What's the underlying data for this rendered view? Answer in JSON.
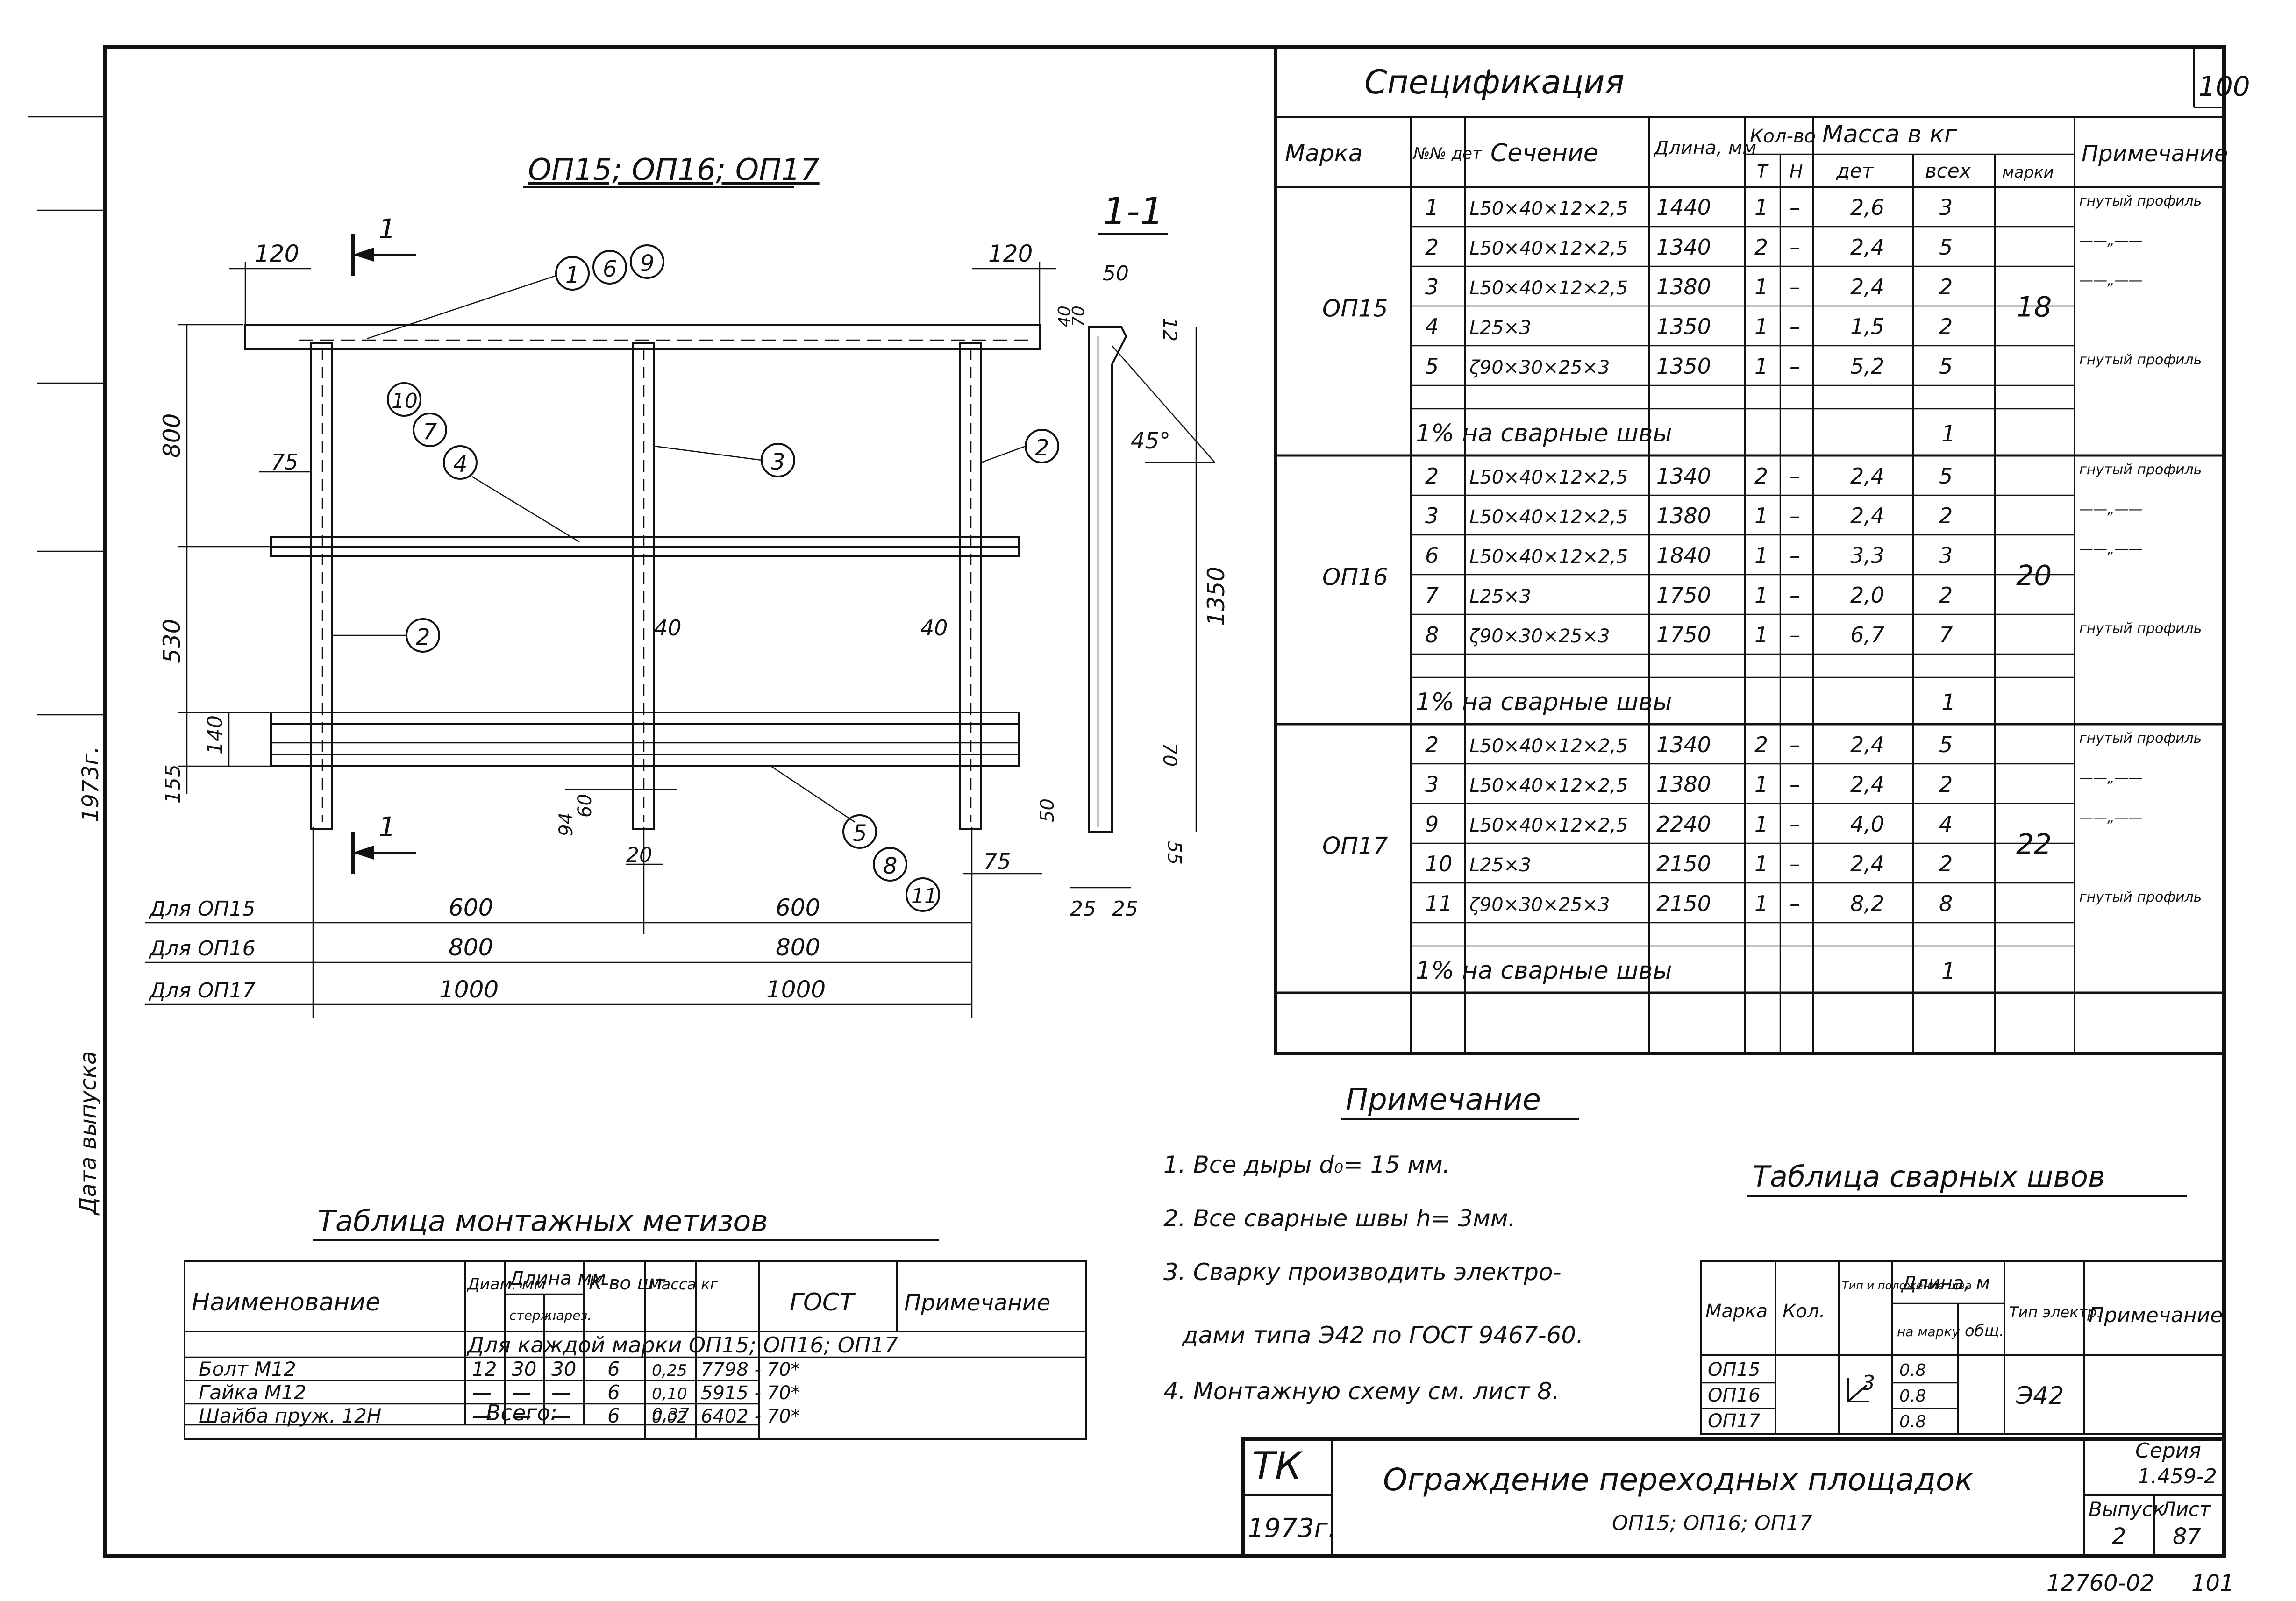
{
  "sheet_number_top": "100",
  "left_margin_note_1": "1973г.",
  "left_margin_note_2": "Дата выпуска",
  "drawing": {
    "title": "ОП15; ОП16; ОП17",
    "section_title": "1-1",
    "section_mark": "1",
    "callouts": [
      "1",
      "6",
      "9",
      "10",
      "7",
      "4",
      "3",
      "2",
      "2",
      "5",
      "8",
      "11"
    ],
    "dims": {
      "d120a": "120",
      "d120b": "120",
      "d800": "800",
      "d75a": "75",
      "d530": "530",
      "d140": "140",
      "d155": "155",
      "d40a": "40",
      "d40b": "40",
      "d94": "94",
      "d60": "60",
      "d20": "20",
      "d75b": "75",
      "d50a": "50",
      "d40c": "40",
      "d70a": "70",
      "d12": "12",
      "d45": "45°",
      "d1350": "1350",
      "d70b": "70",
      "d50b": "50",
      "d55": "55",
      "d25a": "25",
      "d25b": "25"
    },
    "spans": [
      {
        "label": "Для ОП15",
        "a": "600",
        "b": "600"
      },
      {
        "label": "Для ОП16",
        "a": "800",
        "b": "800"
      },
      {
        "label": "Для ОП17",
        "a": "1000",
        "b": "1000"
      }
    ]
  },
  "spec": {
    "title": "Спецификация",
    "headers": {
      "marka": "Марка",
      "num": "№№ дет",
      "section": "Сечение",
      "length": "Длина, мм",
      "qty": "Кол-во",
      "t": "Т",
      "n": "Н",
      "mass": "Масса в кг",
      "det": "дет",
      "all": "всех",
      "mark": "марки",
      "note": "Примечание"
    },
    "groups": [
      {
        "marka": "ОП15",
        "mass_mark": "18",
        "rows": [
          {
            "n": "1",
            "sec": "L50×40×12×2,5",
            "len": "1440",
            "t": "1",
            "h": "–",
            "md": "2,6",
            "ma": "3",
            "note": "гнутый профиль"
          },
          {
            "n": "2",
            "sec": "L50×40×12×2,5",
            "len": "1340",
            "t": "2",
            "h": "–",
            "md": "2,4",
            "ma": "5",
            "note": "——„——"
          },
          {
            "n": "3",
            "sec": "L50×40×12×2,5",
            "len": "1380",
            "t": "1",
            "h": "–",
            "md": "2,4",
            "ma": "2",
            "note": "——„——"
          },
          {
            "n": "4",
            "sec": "L25×3",
            "len": "1350",
            "t": "1",
            "h": "–",
            "md": "1,5",
            "ma": "2",
            "note": ""
          },
          {
            "n": "5",
            "sec": "ζ90×30×25×3",
            "len": "1350",
            "t": "1",
            "h": "–",
            "md": "5,2",
            "ma": "5",
            "note": "гнутый профиль"
          }
        ],
        "weld_label": "1% на сварные швы",
        "weld_mass": "1"
      },
      {
        "marka": "ОП16",
        "mass_mark": "20",
        "rows": [
          {
            "n": "2",
            "sec": "L50×40×12×2,5",
            "len": "1340",
            "t": "2",
            "h": "–",
            "md": "2,4",
            "ma": "5",
            "note": "гнутый профиль"
          },
          {
            "n": "3",
            "sec": "L50×40×12×2,5",
            "len": "1380",
            "t": "1",
            "h": "–",
            "md": "2,4",
            "ma": "2",
            "note": "——„——"
          },
          {
            "n": "6",
            "sec": "L50×40×12×2,5",
            "len": "1840",
            "t": "1",
            "h": "–",
            "md": "3,3",
            "ma": "3",
            "note": "——„——"
          },
          {
            "n": "7",
            "sec": "L25×3",
            "len": "1750",
            "t": "1",
            "h": "–",
            "md": "2,0",
            "ma": "2",
            "note": ""
          },
          {
            "n": "8",
            "sec": "ζ90×30×25×3",
            "len": "1750",
            "t": "1",
            "h": "–",
            "md": "6,7",
            "ma": "7",
            "note": "гнутый профиль"
          }
        ],
        "weld_label": "1% на сварные швы",
        "weld_mass": "1"
      },
      {
        "marka": "ОП17",
        "mass_mark": "22",
        "rows": [
          {
            "n": "2",
            "sec": "L50×40×12×2,5",
            "len": "1340",
            "t": "2",
            "h": "–",
            "md": "2,4",
            "ma": "5",
            "note": "гнутый профиль"
          },
          {
            "n": "3",
            "sec": "L50×40×12×2,5",
            "len": "1380",
            "t": "1",
            "h": "–",
            "md": "2,4",
            "ma": "2",
            "note": "——„——"
          },
          {
            "n": "9",
            "sec": "L50×40×12×2,5",
            "len": "2240",
            "t": "1",
            "h": "–",
            "md": "4,0",
            "ma": "4",
            "note": "——„——"
          },
          {
            "n": "10",
            "sec": "L25×3",
            "len": "2150",
            "t": "1",
            "h": "–",
            "md": "2,4",
            "ma": "2",
            "note": ""
          },
          {
            "n": "11",
            "sec": "ζ90×30×25×3",
            "len": "2150",
            "t": "1",
            "h": "–",
            "md": "8,2",
            "ma": "8",
            "note": "гнутый профиль"
          }
        ],
        "weld_label": "1% на сварные швы",
        "weld_mass": "1"
      }
    ]
  },
  "notes": {
    "title": "Примечание",
    "items": [
      "1. Все дыры d₀= 15 мм.",
      "2. Все сварные швы h= 3мм.",
      "3. Сварку производить электро-",
      "дами типа Э42 по ГОСТ 9467-60.",
      "4. Монтажную схему см. лист 8."
    ]
  },
  "weld_table": {
    "title": "Таблица сварных швов",
    "headers": {
      "marka": "Марка",
      "qty": "Кол.",
      "type": "Тип и положение шва",
      "length": "Длина, м",
      "per_mark": "на марку",
      "total": "общ.",
      "electrode": "Тип электр.",
      "note": "Примечание"
    },
    "rows": [
      {
        "marka": "ОП15",
        "len": "0.8"
      },
      {
        "marka": "ОП16",
        "len": "0.8"
      },
      {
        "marka": "ОП17",
        "len": "0.8"
      }
    ],
    "weld_type": "3",
    "electrode": "Э42"
  },
  "hardware": {
    "title": "Таблица монтажных метизов",
    "headers": {
      "name": "Наименование",
      "diam": "Диам. мм",
      "length": "Длина мм",
      "rod": "стерж.",
      "thread": "нарез.",
      "qty": "К-во шт",
      "mass": "Масса кг",
      "gost": "ГОСТ",
      "note": "Примечание"
    },
    "span_row": "Для каждой марки ОП15; ОП16; ОП17",
    "rows": [
      {
        "name": "Болт   М12",
        "diam": "12",
        "rod": "30",
        "thread": "30",
        "qty": "6",
        "mass": "0,25",
        "gost": "7798 - 70*"
      },
      {
        "name": "Гайка   М12",
        "diam": "—",
        "rod": "—",
        "thread": "—",
        "qty": "6",
        "mass": "0,10",
        "gost": "5915 - 70*"
      },
      {
        "name": "Шайба пруж. 12Н",
        "diam": "—",
        "rod": "—",
        "thread": "—",
        "qty": "6",
        "mass": "0,02",
        "gost": "6402 - 70*"
      }
    ],
    "total_label": "Всего:",
    "total_mass": "0,37"
  },
  "title_block": {
    "org": "ТК",
    "year": "1973г.",
    "title_line1": "Ограждение переходных площадок",
    "title_line2": "ОП15; ОП16; ОП17",
    "series_label": "Серия",
    "series_value": "1.459-2",
    "issue_label": "Выпуск",
    "issue_value": "2",
    "sheet_label": "Лист",
    "sheet_value": "87",
    "code": "12760-02",
    "page": "101"
  }
}
